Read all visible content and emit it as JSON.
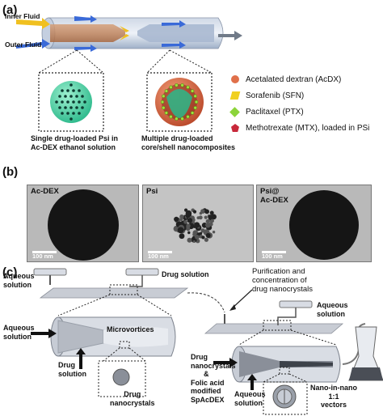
{
  "panel_a": {
    "label": "(a)",
    "inner_fluid": "Inner Fluid",
    "outer_fluid": "Outer Fluid",
    "caption_left": [
      "Single drug-loaded Psi in",
      "Ac-DEX ethanol solution"
    ],
    "caption_right": [
      "Multiple drug-loaded",
      "core/shell nanocomposites"
    ],
    "legend": [
      {
        "icon": "acdx-sphere-icon",
        "color": "#e0704a",
        "text": "Acetalated dextran (AcDX)"
      },
      {
        "icon": "sfn-icon",
        "color": "#f0d020",
        "text": "Sorafenib (SFN)"
      },
      {
        "icon": "ptx-icon",
        "color": "#8cd43a",
        "text": "Paclitaxel (PTX)"
      },
      {
        "icon": "mtx-icon",
        "color": "#c8283a",
        "text": "Methotrexate (MTX), loaded in PSi"
      }
    ]
  },
  "panel_b": {
    "label": "(b)",
    "images": [
      {
        "label": "Ac-DEX",
        "scale": "100 nm"
      },
      {
        "label": "Psi",
        "scale": "100 nm"
      },
      {
        "label": "Psi@\nAc-DEX",
        "scale": "100 nm"
      }
    ]
  },
  "panel_c": {
    "label": "(c)",
    "aqueous_solution_1": [
      "Aqueous",
      "solution"
    ],
    "drug_solution": "Drug solution",
    "purification": [
      "Purification and",
      "concentration of",
      "drug nanocrystals"
    ],
    "aqueous_solution_2": [
      "Aqueous",
      "solution"
    ],
    "aqueous_solution_3": [
      "Aqueous",
      "solution"
    ],
    "microvortices": "Microvortices",
    "drug_solution_2": [
      "Drug",
      "solution"
    ],
    "drug_nanocrystals": [
      "Drug",
      "nanocrystals"
    ],
    "drug_nano_folic": [
      "Drug",
      "nanocrystals",
      "&",
      "Folic acid",
      "modified",
      "SpAcDEX"
    ],
    "aqueous_solution_4": [
      "Aqueous",
      "solution"
    ],
    "nano_in_nano": [
      "Nano-in-nano",
      "1:1",
      "vectors"
    ]
  }
}
